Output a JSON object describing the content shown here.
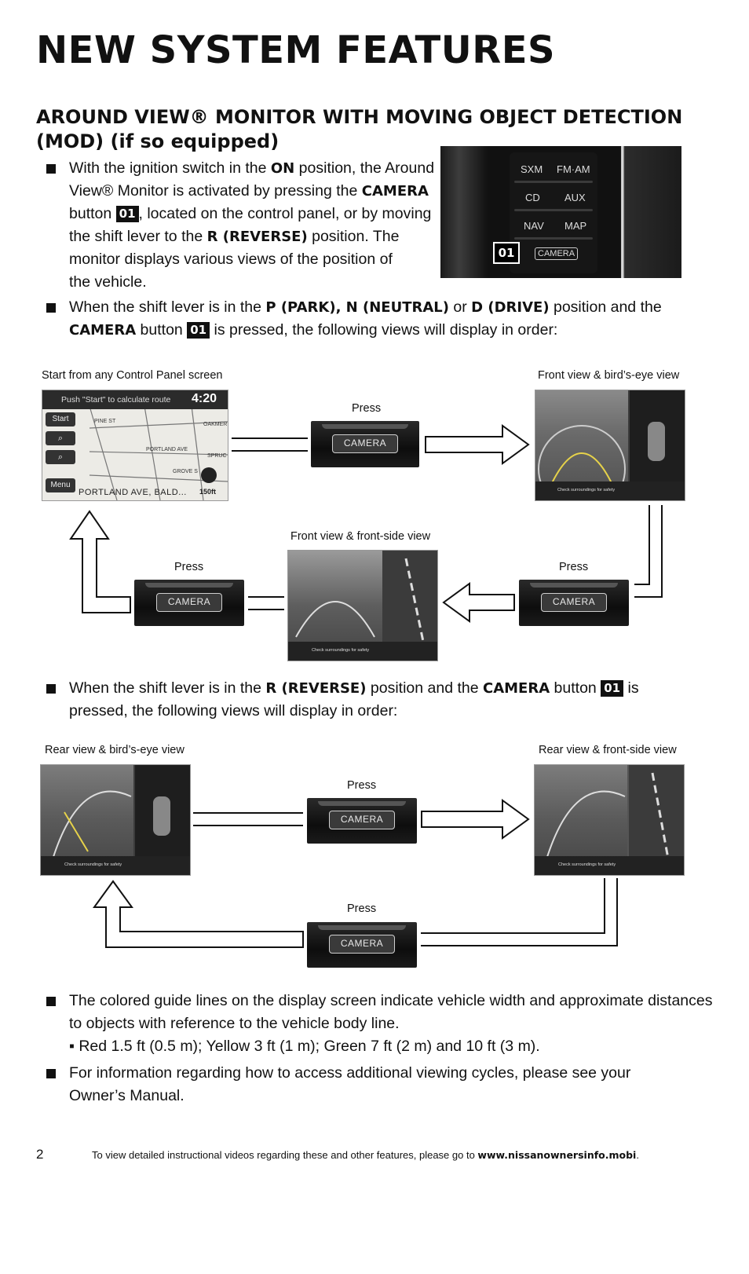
{
  "header": {
    "title": "NEW SYSTEM FEATURES"
  },
  "section": {
    "title_line1": "AROUND VIEW® MONITOR WITH MOVING OBJECT DETECTION",
    "title_line2": "(MOD) (if so equipped)"
  },
  "bullets": {
    "b1": {
      "t1": "With the ignition switch in the ",
      "on": "ON",
      "t2": " position, the Around",
      "t3": "View® Monitor is activated by pressing the ",
      "camera": "CAMERA",
      "t4": "button ",
      "badge": "01",
      "t5": ", located on the control panel, or by moving",
      "t6": "the shift lever to the ",
      "reverse": "R (REVERSE)",
      "t7": " position. The",
      "t8": "monitor displays various views of the position of",
      "t9": "the vehicle."
    },
    "b2": {
      "t1": "When the shift lever is in the ",
      "gears": "P (PARK), N (NEUTRAL)",
      "t2": " or ",
      "drive": "D (DRIVE)",
      "t3": " position and the",
      "camera": "CAMERA",
      "t4": " button ",
      "badge": "01",
      "t5": " is pressed, the following views will display in order:"
    },
    "b3": {
      "t1": "When the shift lever is in the ",
      "reverse": "R (REVERSE)",
      "t2": " position and the ",
      "camera": "CAMERA",
      "t3": " button ",
      "badge": "01",
      "t4": " is",
      "t5": "pressed, the following views will display in order:"
    },
    "b4": {
      "line1": "The colored guide lines on the display screen indicate vehicle width and approximate distances",
      "line2": "to objects with reference to the vehicle body line.",
      "line3": "▪ Red 1.5 ft (0.5 m); Yellow 3 ft (1 m); Green 7 ft (2 m) and 10 ft (3 m)."
    },
    "b5": {
      "line1": "For information regarding how to access additional viewing cycles, please see your",
      "line2": "Owner’s Manual."
    }
  },
  "control_panel": {
    "buttons": [
      "SXM",
      "FM·AM",
      "CD",
      "AUX",
      "NAV",
      "MAP"
    ],
    "camera_label": "CAMERA",
    "badge": "01"
  },
  "diagram1": {
    "caption_start": "Start from any Control Panel screen",
    "caption_front_birds": "Front view & bird’s-eye view",
    "caption_front_side": "Front view & front-side view",
    "press": "Press",
    "camera_label": "CAMERA",
    "nav": {
      "banner": "Push \"Start\" to calculate route",
      "time": "4:20",
      "start_btn": "Start",
      "menu_btn": "Menu",
      "street1": "PINE ST",
      "street2": "PORTLAND AVE",
      "street3": "OAKMER",
      "street4": "GROVE S",
      "street5": "SPRUC",
      "bottom_street": "PORTLAND AVE, BALD...",
      "scale": "150ft"
    },
    "check_text": "Check surroundings for safety"
  },
  "diagram2": {
    "caption_rear_birds": "Rear view & bird’s-eye view",
    "caption_rear_side": "Rear view & front-side view",
    "press": "Press",
    "camera_label": "CAMERA",
    "check_text": "Check surroundings for safety"
  },
  "footer": {
    "page_number": "2",
    "text": "To view detailed instructional videos regarding these and other features, please go to ",
    "url": "www.nissanownersinfo.mobi",
    "end": "."
  }
}
